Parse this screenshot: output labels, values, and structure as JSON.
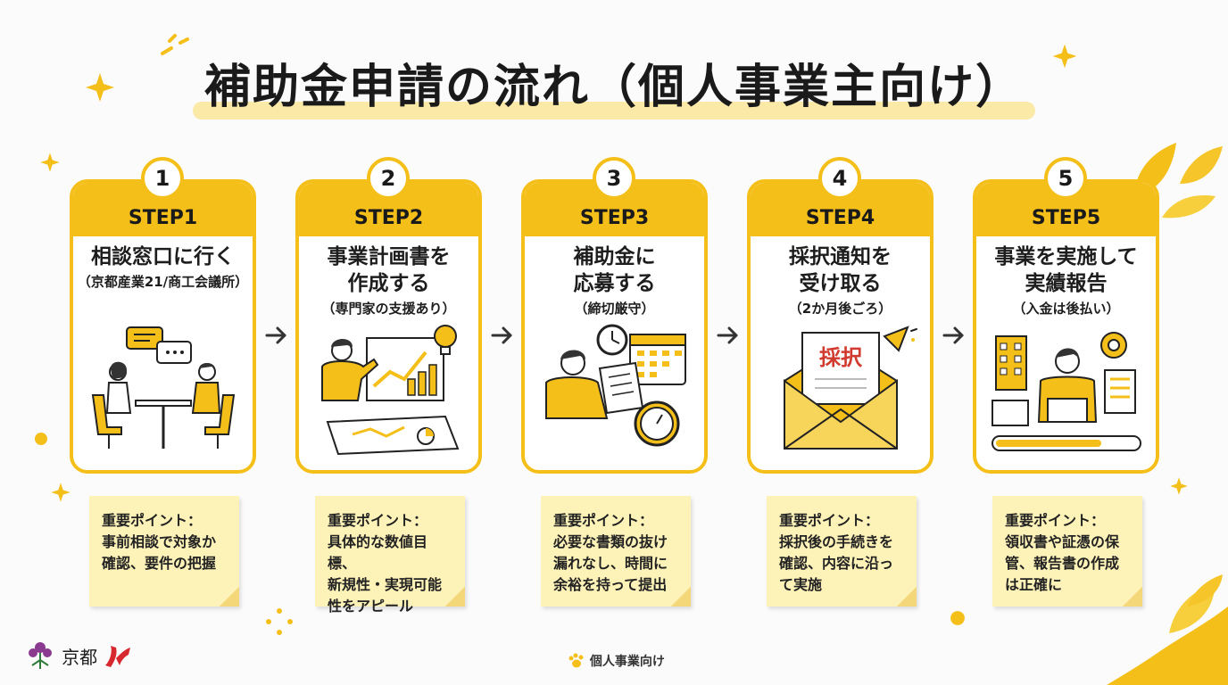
{
  "title": "補助金申請の流れ（個人事業主向け）",
  "steps": [
    {
      "number": "1",
      "label": "STEP1",
      "title_lines": [
        "相談窓口に行く"
      ],
      "sub": "（京都産業21/商工会議所）",
      "note_header": "重要ポイント：",
      "note_lines": [
        "事前相談で対象か",
        "確認、要件の把握"
      ]
    },
    {
      "number": "2",
      "label": "STEP2",
      "title_lines": [
        "事業計画書を",
        "作成する"
      ],
      "sub": "（専門家の支援あり）",
      "note_header": "重要ポイント：",
      "note_lines": [
        "具体的な数値目標、",
        "新規性・実現可能",
        "性をアピール"
      ]
    },
    {
      "number": "3",
      "label": "STEP3",
      "title_lines": [
        "補助金に",
        "応募する"
      ],
      "sub": "（締切厳守）",
      "note_header": "重要ポイント：",
      "note_lines": [
        "必要な書類の抜け",
        "漏れなし、時間に",
        "余裕を持って提出"
      ]
    },
    {
      "number": "4",
      "label": "STEP4",
      "title_lines": [
        "採択通知を",
        "受け取る"
      ],
      "sub": "（2か月後ごろ）",
      "note_header": "重要ポイント：",
      "note_lines": [
        "採択後の手続きを",
        "確認、内容に沿っ",
        "て実施"
      ]
    },
    {
      "number": "5",
      "label": "STEP5",
      "title_lines": [
        "事業を実施して",
        "実績報告"
      ],
      "sub": "（入金は後払い）",
      "note_header": "重要ポイント：",
      "note_lines": [
        "領収書や証憑の保",
        "管、報告書の作成",
        "は正確に"
      ]
    }
  ],
  "envelope_label": "採択",
  "footer": {
    "brand": "京都",
    "center": "個人事業向け"
  },
  "colors": {
    "accent": "#f5bf1a",
    "note": "#fdf2b8",
    "highlight": "#fbe9a8"
  }
}
